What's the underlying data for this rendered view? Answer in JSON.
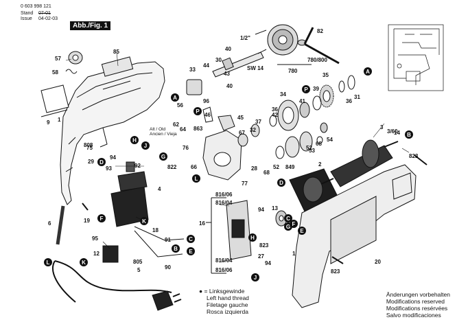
{
  "header": {
    "doc_number": "0 603 998 121",
    "stand_label": "Stand",
    "stand_value": "07-01",
    "issue_label": "Issue",
    "issue_value": "04-02-03",
    "figure_label": "Abb./Fig. 1"
  },
  "legend": {
    "symbol": "●",
    "lines": [
      "= Linksgewinde",
      "Left hand thread",
      "Filetage gauche",
      "Rosca izquierda"
    ]
  },
  "footnote": {
    "lines": [
      "Änderungen vorbehalten",
      "Modifications reserved",
      "Modifications resérvées",
      "Salvo modificaciones"
    ]
  },
  "notes": {
    "alt_lines": [
      "Alt / Old",
      "Ancien / Vieja"
    ]
  },
  "part_numbers": [
    {
      "id": "p85",
      "text": "85"
    },
    {
      "id": "p57",
      "text": "57"
    },
    {
      "id": "p58",
      "text": "58"
    },
    {
      "id": "p9",
      "text": "9"
    },
    {
      "id": "p1a",
      "text": "1"
    },
    {
      "id": "p75",
      "text": "75"
    },
    {
      "id": "p808",
      "text": "808"
    },
    {
      "id": "p29",
      "text": "29"
    },
    {
      "id": "p94a",
      "text": "94"
    },
    {
      "id": "p93",
      "text": "93"
    },
    {
      "id": "p92",
      "text": "92"
    },
    {
      "id": "p822",
      "text": "822"
    },
    {
      "id": "p4",
      "text": "4"
    },
    {
      "id": "p6",
      "text": "6"
    },
    {
      "id": "p19",
      "text": "19"
    },
    {
      "id": "p95",
      "text": "95"
    },
    {
      "id": "p18",
      "text": "18"
    },
    {
      "id": "p91",
      "text": "91"
    },
    {
      "id": "p90",
      "text": "90"
    },
    {
      "id": "p12",
      "text": "12"
    },
    {
      "id": "p805",
      "text": "805"
    },
    {
      "id": "p5",
      "text": "5"
    },
    {
      "id": "p33",
      "text": "33"
    },
    {
      "id": "p44",
      "text": "44"
    },
    {
      "id": "p40a",
      "text": "40"
    },
    {
      "id": "p30",
      "text": "30"
    },
    {
      "id": "p43",
      "text": "43"
    },
    {
      "id": "p40b",
      "text": "40"
    },
    {
      "id": "p12in",
      "text": "1/2\""
    },
    {
      "id": "psw14",
      "text": "SW 14"
    },
    {
      "id": "p82",
      "text": "82"
    },
    {
      "id": "p780800",
      "text": "780/800"
    },
    {
      "id": "p780",
      "text": "780"
    },
    {
      "id": "p56",
      "text": "56"
    },
    {
      "id": "p62",
      "text": "62"
    },
    {
      "id": "p64",
      "text": "64"
    },
    {
      "id": "p863",
      "text": "863"
    },
    {
      "id": "p96",
      "text": "96"
    },
    {
      "id": "p46",
      "text": "46"
    },
    {
      "id": "p45",
      "text": "45"
    },
    {
      "id": "p67",
      "text": "67"
    },
    {
      "id": "p37",
      "text": "37"
    },
    {
      "id": "p32",
      "text": "32"
    },
    {
      "id": "p42",
      "text": "42"
    },
    {
      "id": "p36a",
      "text": "36"
    },
    {
      "id": "p34",
      "text": "34"
    },
    {
      "id": "p41",
      "text": "41"
    },
    {
      "id": "p39",
      "text": "39"
    },
    {
      "id": "p35",
      "text": "35"
    },
    {
      "id": "p36b",
      "text": "36"
    },
    {
      "id": "p31",
      "text": "31"
    },
    {
      "id": "p76",
      "text": "76"
    },
    {
      "id": "p66",
      "text": "66"
    },
    {
      "id": "p28",
      "text": "28"
    },
    {
      "id": "p77",
      "text": "77"
    },
    {
      "id": "p52a",
      "text": "52"
    },
    {
      "id": "p68a",
      "text": "68"
    },
    {
      "id": "p849",
      "text": "849"
    },
    {
      "id": "p53",
      "text": "53"
    },
    {
      "id": "p52b",
      "text": "52"
    },
    {
      "id": "p68b",
      "text": "68"
    },
    {
      "id": "p54",
      "text": "54"
    },
    {
      "id": "p2",
      "text": "2"
    },
    {
      "id": "p3",
      "text": "3"
    },
    {
      "id": "p360",
      "text": "3/60"
    },
    {
      "id": "p14",
      "text": "14"
    },
    {
      "id": "p823a",
      "text": "823"
    },
    {
      "id": "p81606a",
      "text": "816/06"
    },
    {
      "id": "p81604a",
      "text": "816/04"
    },
    {
      "id": "p16",
      "text": "16"
    },
    {
      "id": "p94b",
      "text": "94"
    },
    {
      "id": "p13",
      "text": "13"
    },
    {
      "id": "p823b",
      "text": "823"
    },
    {
      "id": "p27",
      "text": "27"
    },
    {
      "id": "p81604b",
      "text": "816/04"
    },
    {
      "id": "p81606b",
      "text": "816/06"
    },
    {
      "id": "p94c",
      "text": "94"
    },
    {
      "id": "p1b",
      "text": "1"
    },
    {
      "id": "p20",
      "text": "20"
    },
    {
      "id": "p823c",
      "text": "823"
    }
  ],
  "callouts": [
    {
      "id": "cA1",
      "letter": "A"
    },
    {
      "id": "cA2",
      "letter": "A"
    },
    {
      "id": "cB1",
      "letter": "B"
    },
    {
      "id": "cB2",
      "letter": "B"
    },
    {
      "id": "cP1",
      "letter": "P"
    },
    {
      "id": "cP2",
      "letter": "P"
    },
    {
      "id": "cH1",
      "letter": "H"
    },
    {
      "id": "cH2",
      "letter": "H"
    },
    {
      "id": "cJ1",
      "letter": "J"
    },
    {
      "id": "cJ2",
      "letter": "J"
    },
    {
      "id": "cD1",
      "letter": "D"
    },
    {
      "id": "cD2",
      "letter": "D"
    },
    {
      "id": "cG1",
      "letter": "G"
    },
    {
      "id": "cG2",
      "letter": "G"
    },
    {
      "id": "cC1",
      "letter": "C"
    },
    {
      "id": "cC2",
      "letter": "C"
    },
    {
      "id": "cE1",
      "letter": "E"
    },
    {
      "id": "cE2",
      "letter": "E"
    },
    {
      "id": "cF1",
      "letter": "F"
    },
    {
      "id": "cF2",
      "letter": "F"
    },
    {
      "id": "cK1",
      "letter": "K"
    },
    {
      "id": "cK2",
      "letter": "K"
    },
    {
      "id": "cL1",
      "letter": "L"
    },
    {
      "id": "cL2",
      "letter": "L"
    }
  ]
}
